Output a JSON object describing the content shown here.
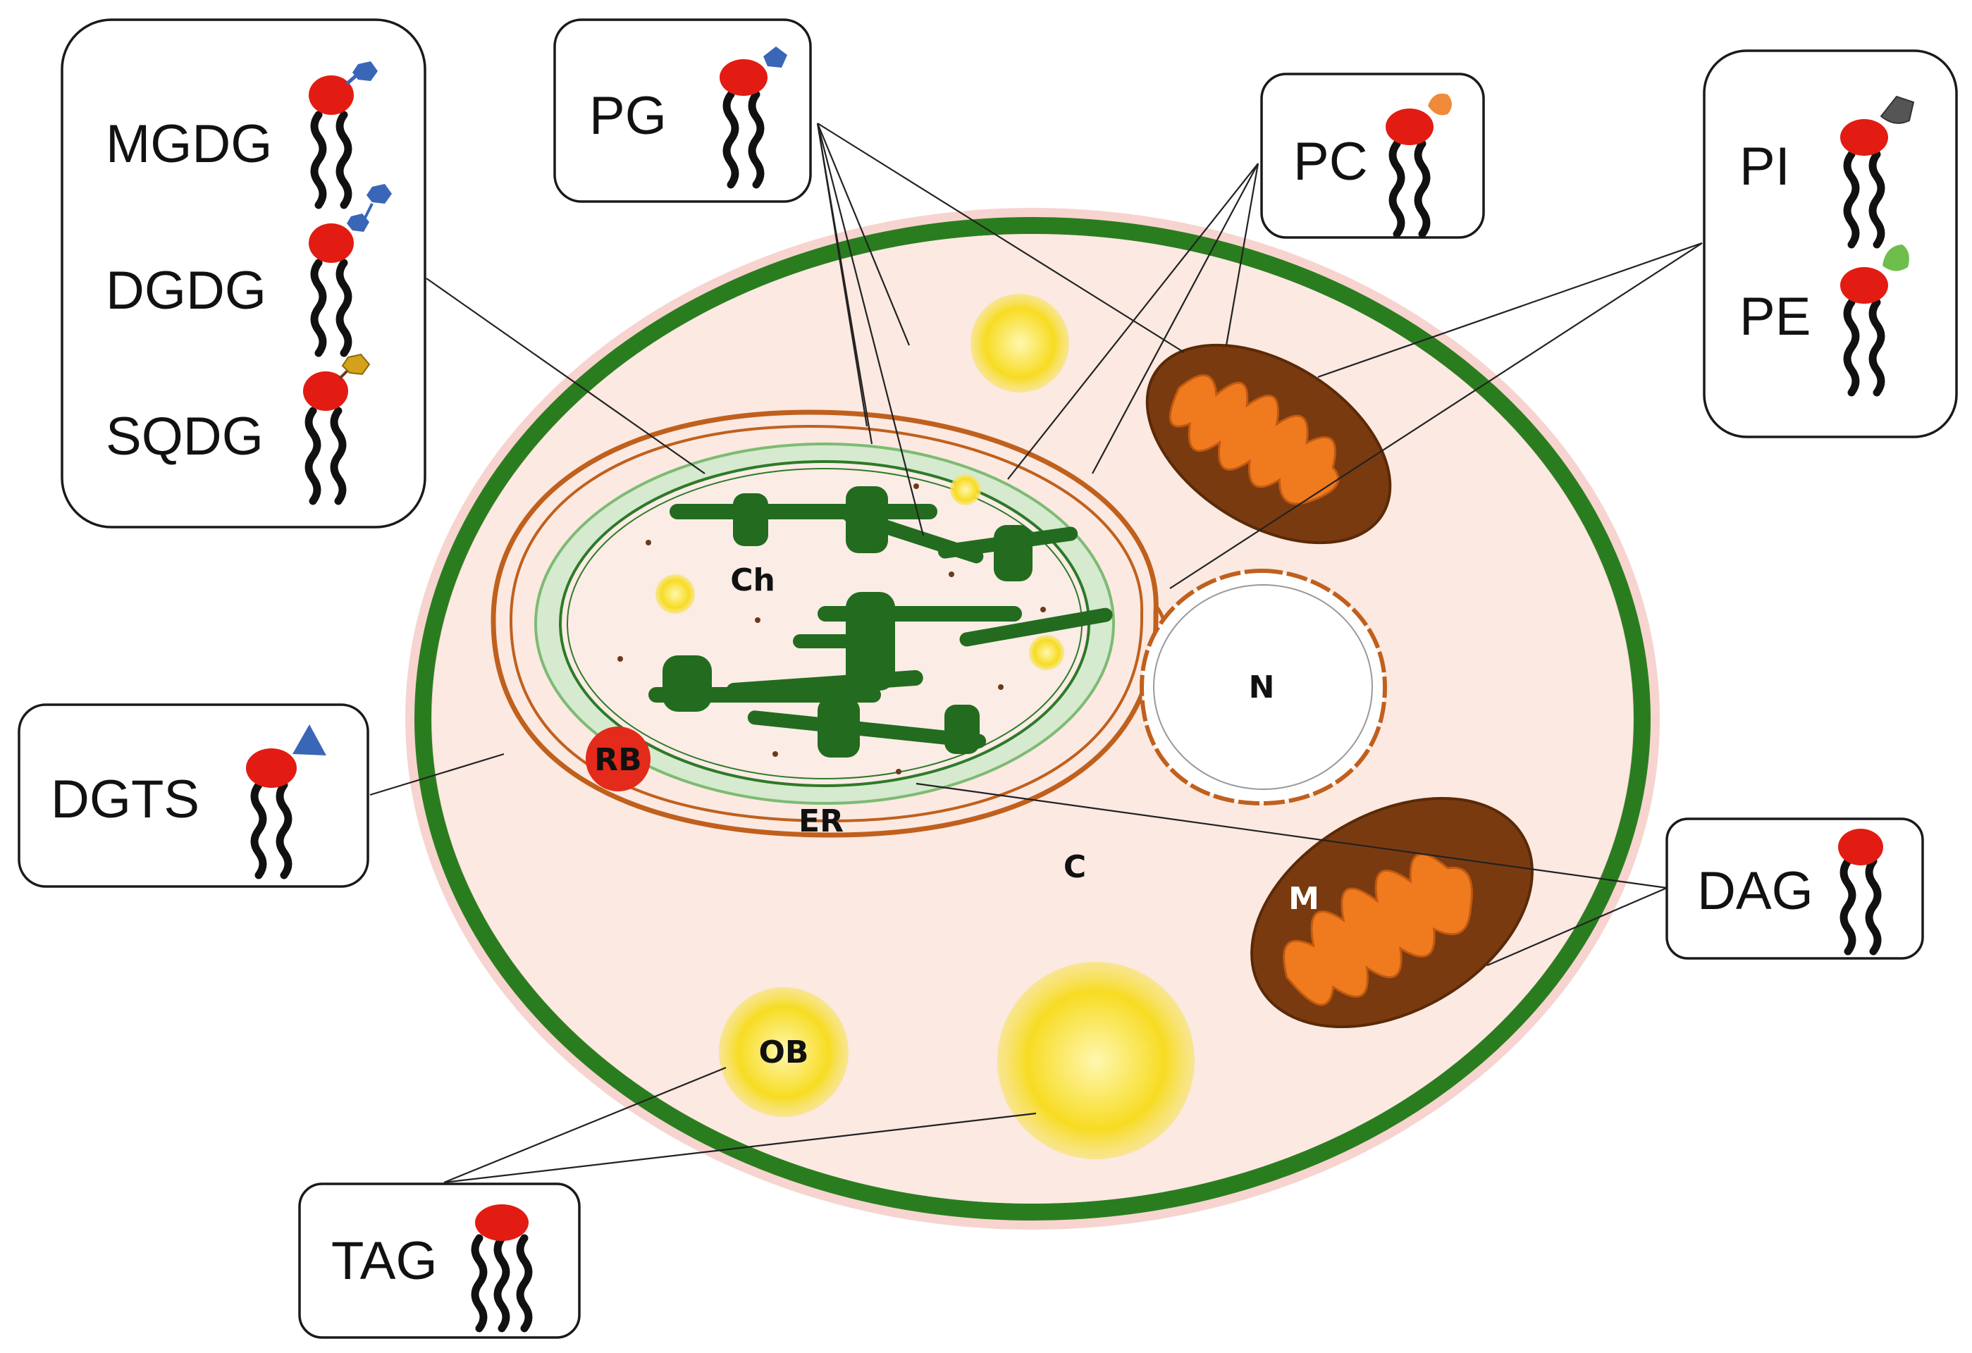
{
  "colors": {
    "cell_wall": "#2a7d1f",
    "cytoplasm": "#fbe9e2",
    "chloroplast_stroma": "#d6ead0",
    "thylakoid": "#236b1f",
    "er_membrane": "#c0601d",
    "mitochondrion_outer": "#7a3a10",
    "mitochondrion_inner": "#f07a1e",
    "oil_body": "#f7dc22",
    "ribosome": "#e42a1a",
    "lipid_head": "#e21c12",
    "headgroup_galactose": "#3a66b8",
    "headgroup_sulfoquinovose": "#d4a21a",
    "headgroup_choline": "#f08a3a",
    "headgroup_inositol": "#555555",
    "headgroup_ethanolamine": "#6dbe4a"
  },
  "organelles": {
    "chloroplast": "Ch",
    "nucleus": "N",
    "endoplasmic_reticulum": "ER",
    "cytoplasm": "C",
    "mitochondrion": "M",
    "ribosome": "RB",
    "oil_body": "OB"
  },
  "lipids": {
    "mgdg": {
      "label": "MGDG",
      "icon": "galactolipid-icon"
    },
    "dgdg": {
      "label": "DGDG",
      "icon": "digalactolipid-icon"
    },
    "sqdg": {
      "label": "SQDG",
      "icon": "sulfolipid-icon"
    },
    "pg": {
      "label": "PG",
      "icon": "phosphatidylglycerol-icon"
    },
    "pc": {
      "label": "PC",
      "icon": "phosphatidylcholine-icon"
    },
    "pi": {
      "label": "PI",
      "icon": "phosphatidylinositol-icon"
    },
    "pe": {
      "label": "PE",
      "icon": "phosphatidylethanolamine-icon"
    },
    "dgts": {
      "label": "DGTS",
      "icon": "betaine-lipid-icon"
    },
    "dag": {
      "label": "DAG",
      "icon": "diacylglycerol-icon"
    },
    "tag": {
      "label": "TAG",
      "icon": "triacylglycerol-icon"
    }
  }
}
